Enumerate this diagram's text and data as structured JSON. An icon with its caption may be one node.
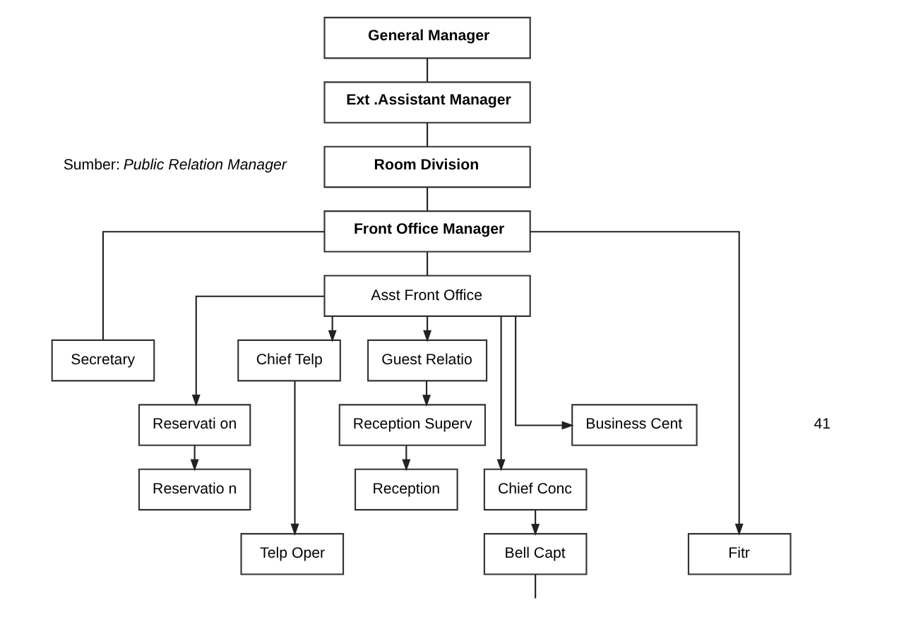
{
  "diagram": {
    "nodes": [
      {
        "text": [
          "General Manager"
        ]
      },
      {
        "text": [
          "Ext .Assistant Manager"
        ]
      },
      {
        "text": [
          "Room Division"
        ]
      },
      {
        "text": [
          "Front Office Manager"
        ]
      },
      {
        "text": [
          "Asst Front Office"
        ]
      },
      {
        "text": [
          "Secretary"
        ]
      },
      {
        "text": [
          "Chief Telp"
        ]
      },
      {
        "text": [
          "Guest Relatio"
        ]
      },
      {
        "text": [
          "Reservati on"
        ]
      },
      {
        "text": [
          "Reception Superv"
        ]
      },
      {
        "text": [
          "Business Cent"
        ]
      },
      {
        "text": [
          "Reservatio n"
        ]
      },
      {
        "text": [
          "Reception"
        ]
      },
      {
        "text": [
          "Chief Conc"
        ]
      },
      {
        "text": [
          "Telp Oper"
        ]
      },
      {
        "text": [
          "Bell Capt"
        ]
      },
      {
        "text": [
          "Fitr"
        ]
      }
    ],
    "edges": [
      {
        "from": 0,
        "to": 1,
        "arrow": "none"
      },
      {
        "from": 1,
        "to": 2,
        "arrow": "none"
      },
      {
        "from": 2,
        "to": 3,
        "arrow": "none"
      },
      {
        "from": 3,
        "to": 5,
        "arrow": "none"
      },
      {
        "from": 3,
        "to": 4,
        "arrow": "none"
      },
      {
        "from": 3,
        "to": 16,
        "arrow": "to"
      },
      {
        "from": 4,
        "to": 8,
        "arrow": "to"
      },
      {
        "from": 4,
        "to": 6,
        "arrow": "to"
      },
      {
        "from": 4,
        "to": 7,
        "arrow": "to"
      },
      {
        "from": 4,
        "to": 13,
        "arrow": "to"
      },
      {
        "from": 4,
        "to": 10,
        "arrow": "to"
      },
      {
        "from": 8,
        "to": 11,
        "arrow": "to"
      },
      {
        "from": 6,
        "to": 14,
        "arrow": "to"
      },
      {
        "from": 7,
        "to": 9,
        "arrow": "to"
      },
      {
        "from": 9,
        "to": 12,
        "arrow": "to"
      },
      {
        "from": 13,
        "to": 15,
        "arrow": "to"
      },
      {
        "from": 15,
        "to": null,
        "arrow": "none"
      }
    ],
    "labels": [
      "Sumber: *Public Relation Manager*",
      "41"
    ]
  }
}
